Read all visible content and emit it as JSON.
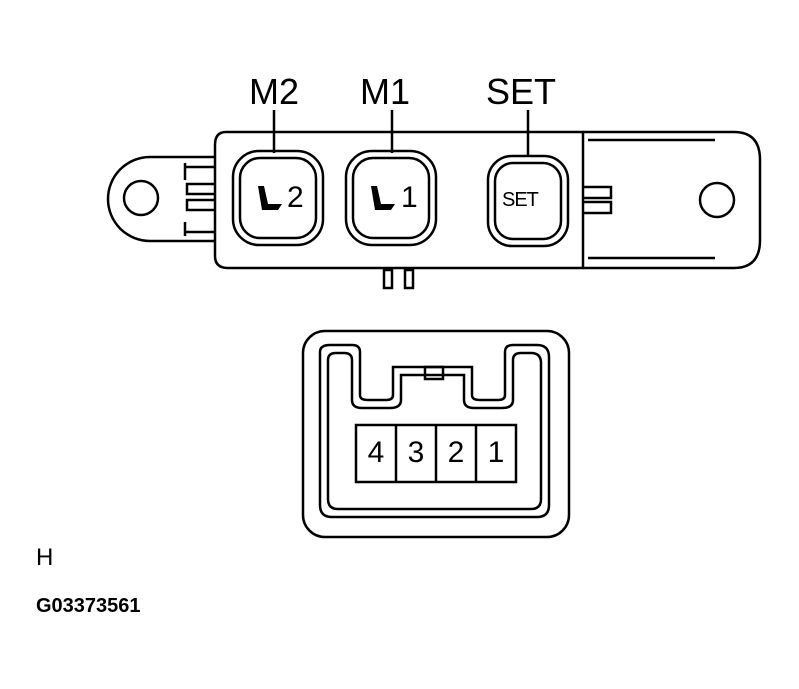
{
  "switch": {
    "callouts": [
      {
        "id": "m2",
        "label": "M2"
      },
      {
        "id": "m1",
        "label": "M1"
      },
      {
        "id": "set",
        "label": "SET"
      }
    ],
    "buttons": [
      {
        "id": "m2",
        "icon": "seat-icon",
        "number": "2"
      },
      {
        "id": "m1",
        "icon": "seat-icon",
        "number": "1"
      },
      {
        "id": "set",
        "text": "SET"
      }
    ]
  },
  "connector": {
    "pins": [
      "4",
      "3",
      "2",
      "1"
    ]
  },
  "view_label": "H",
  "figure_id": "G03373561"
}
